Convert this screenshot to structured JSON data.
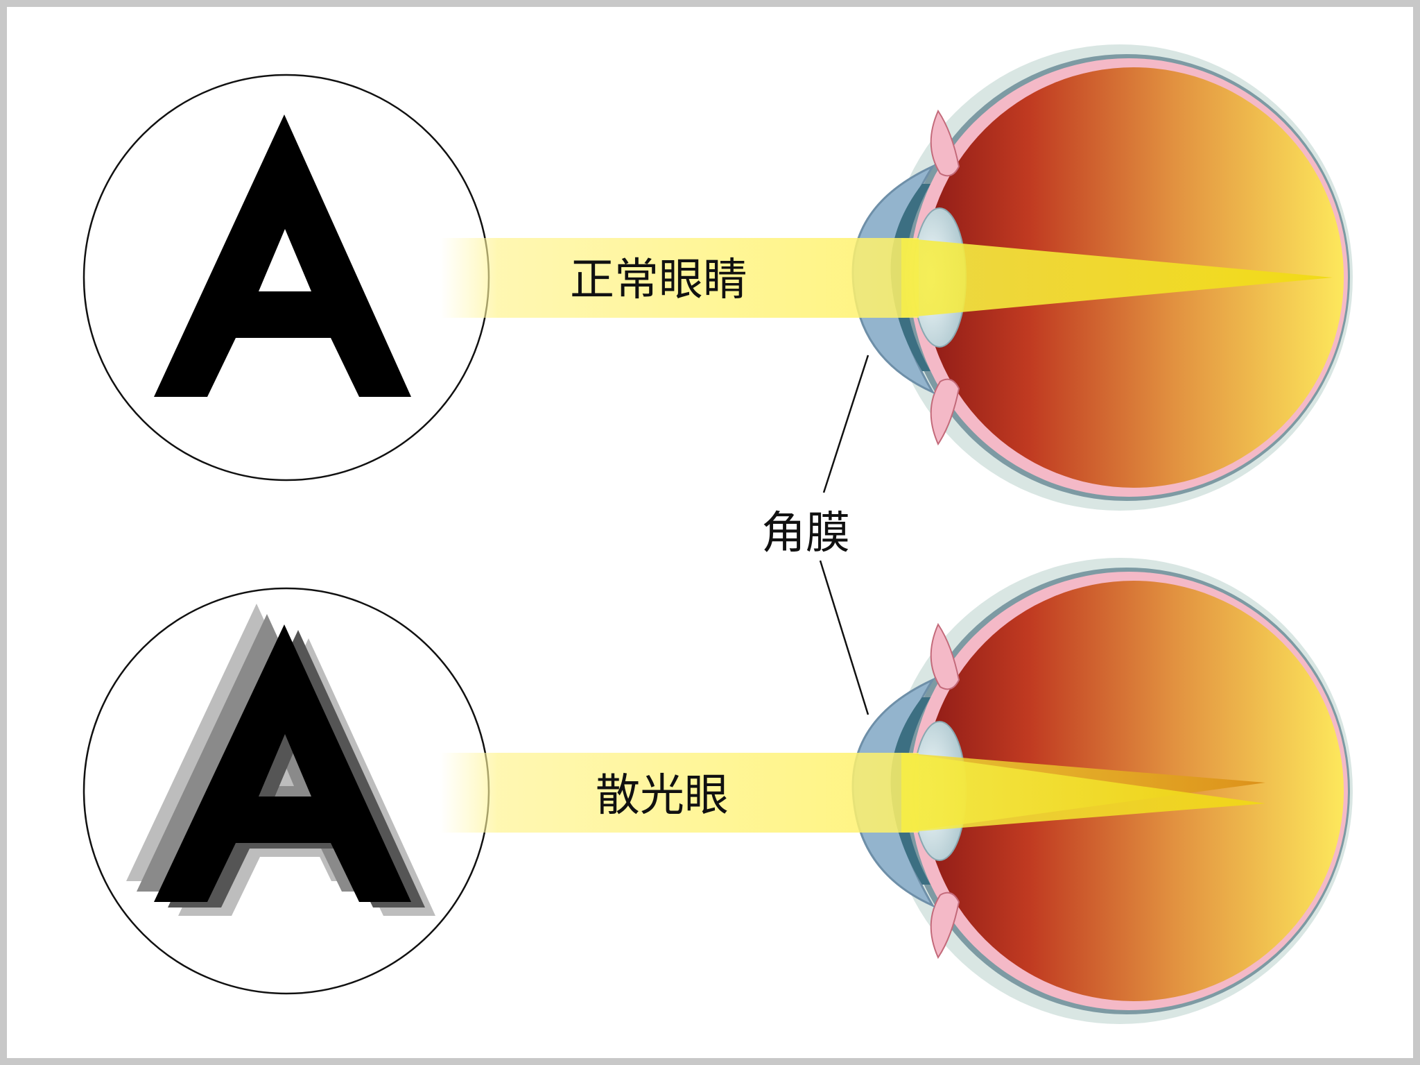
{
  "labels": {
    "normal_eye": "正常眼睛",
    "astigmatism": "散光眼",
    "cornea": "角膜"
  },
  "letters": {
    "normal": "A",
    "astigmatism": "A"
  },
  "colors": {
    "frame": "#c8c8c8",
    "light_beam": "#fff36a",
    "focus_beam": "#f2e21a",
    "eye_inner_dark": "#b3261e",
    "eye_inner_light": "#fbe35c",
    "eye_outer": "#c9dcdc",
    "eye_rim": "#7d9aa3",
    "retina_pink": "#f4b9c7",
    "cornea_blue": "#93b4cd",
    "iris_blue": "#3c6f82",
    "lens": "#dbe8ec",
    "letter": "#000000",
    "ghost_1": "#bdbdbd",
    "ghost_2": "#8a8a8a",
    "ghost_3": "#555555"
  }
}
